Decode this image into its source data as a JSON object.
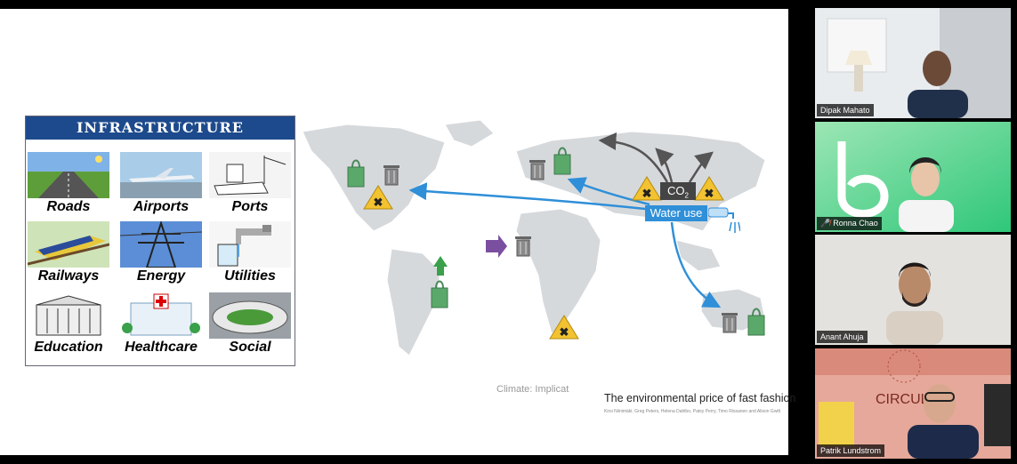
{
  "shared_slide": {
    "infrastructure_panel": {
      "title": "Infrastructure",
      "items": [
        {
          "label": "Roads"
        },
        {
          "label": "Airports"
        },
        {
          "label": "Ports"
        },
        {
          "label": "Railways"
        },
        {
          "label": "Energy"
        },
        {
          "label": "Utilities"
        },
        {
          "label": "Education"
        },
        {
          "label": "Healthcare"
        },
        {
          "label": "Social"
        }
      ]
    },
    "map": {
      "co2_label": "CO",
      "co2_subscript": "2",
      "water_use_label": "Water use",
      "cut_off_text": "Climate: Implicat"
    },
    "citation": {
      "title": "The environmental price of fast fashion",
      "authors": "Kirsi Niinimäki, Greg Peters, Helena Dahlbo, Patsy Perry, Timo Rissanen and Alison Gwilt"
    }
  },
  "participants": [
    {
      "name": "Dipak Mahato",
      "active_speaker": true
    },
    {
      "name": "Ronna Chao",
      "muted": true
    },
    {
      "name": "Anant Ahuja"
    },
    {
      "name": "Patrik Lundstrom"
    }
  ],
  "colors": {
    "active_speaker_border": "#e9e24a",
    "water_arrow": "#2f8fd8",
    "bag_green": "#5aa86a",
    "hazard_yellow": "#f2c230",
    "import_arrow": "#7b4fa0",
    "header_blue": "#1d4a8c"
  }
}
